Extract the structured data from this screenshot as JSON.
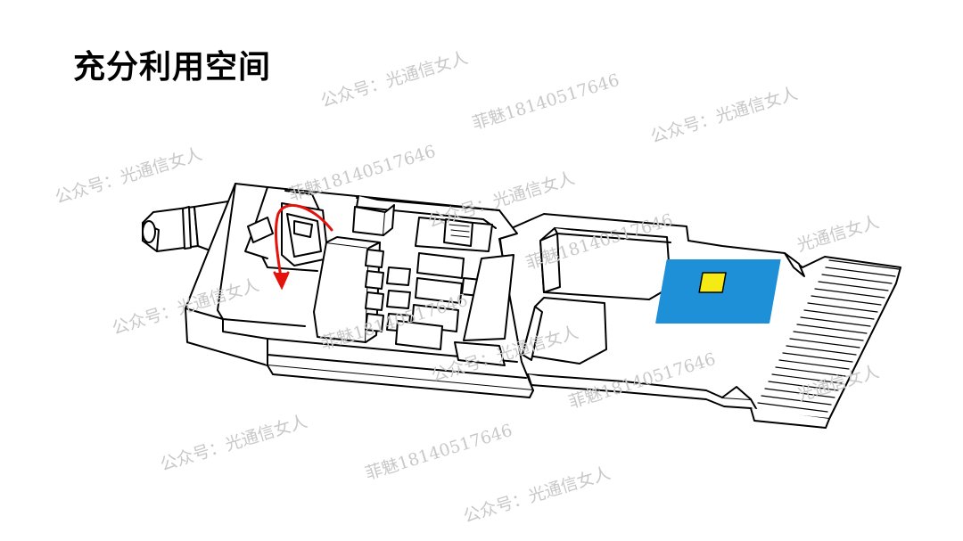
{
  "title": "充分利用空间",
  "watermarks": [
    "公众号：光通信女人",
    "菲魅18140517646",
    "公众号：光通信女人",
    "公众号：光通信女人",
    "菲魅18140517646",
    "公众号：光通信女人",
    "菲魅18140517646",
    "光通信女人",
    "公众号：光通信女人",
    "菲魅18140517646",
    "公众号：光通信女人",
    "公众号：光通信女人",
    "菲魅18140517646",
    "公众号：光通信女人",
    "光通信女人",
    "菲魅18140517646"
  ],
  "colors": {
    "chip_blue": "#1e90d8",
    "chip_yellow": "#f5ea14",
    "arrow": "#e3120b",
    "outline": "#000000",
    "watermark": "#c8c8c8"
  }
}
